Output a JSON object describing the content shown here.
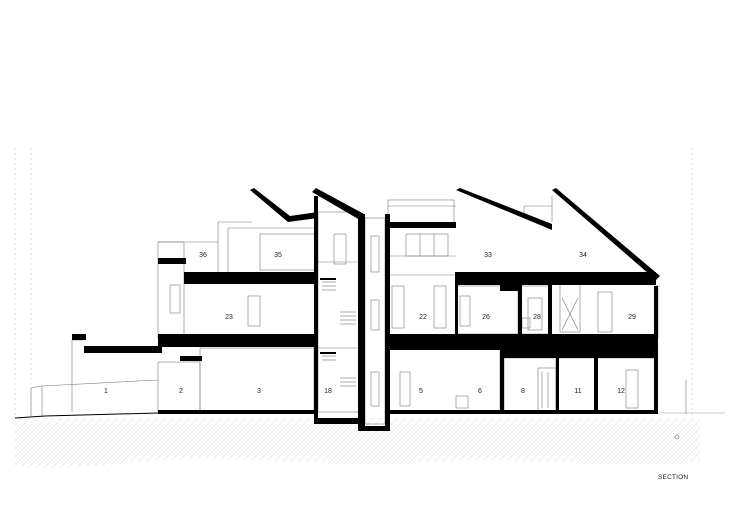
{
  "caption": "SECTION",
  "rooms": {
    "r1": "1",
    "r2": "2",
    "r3": "3",
    "r5": "5",
    "r6": "6",
    "r8": "8",
    "r11": "11",
    "r12": "12",
    "r18": "18",
    "r22": "22",
    "r23": "23",
    "r26": "26",
    "r28": "28",
    "r29": "29",
    "r33": "33",
    "r34": "34",
    "r35": "35",
    "r36": "36"
  },
  "colors": {
    "wall": "#000000",
    "line": "#888888",
    "ground_hatch": "#cfcfcf",
    "paper": "#ffffff"
  }
}
